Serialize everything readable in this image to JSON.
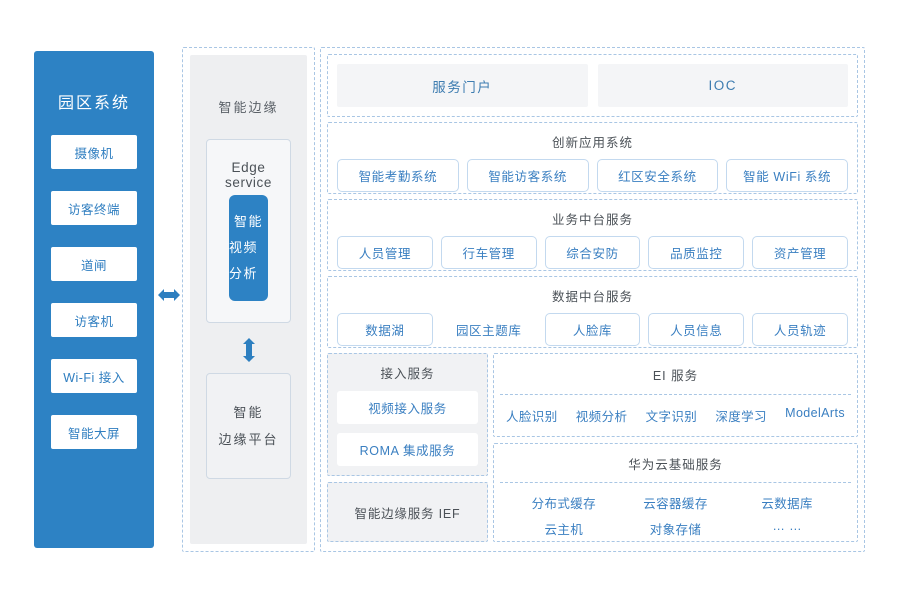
{
  "left_panel": {
    "title": "园区系统",
    "items": [
      {
        "label": "摄像机"
      },
      {
        "label": "访客终端"
      },
      {
        "label": "道闸"
      },
      {
        "label": "访客机"
      },
      {
        "label": "Wi-Fi 接入"
      },
      {
        "label": "智能大屏"
      }
    ],
    "color": "#2d82c4"
  },
  "connector": {
    "horizontal_icon": "double-arrow-horizontal-icon",
    "vertical_icon": "double-arrow-vertical-icon",
    "color": "#2d7fc0"
  },
  "middle_panel": {
    "title": "智能边缘",
    "edge_service": {
      "label": "Edge service",
      "highlight": {
        "line1": "智能",
        "line2": "视频分析",
        "color": "#2d82c4"
      }
    },
    "edge_platform": {
      "line1": "智能",
      "line2": "边缘平台"
    }
  },
  "right_panel": {
    "portal": {
      "items": [
        {
          "label": "服务门户"
        },
        {
          "label": "IOC"
        }
      ]
    },
    "innovation": {
      "title": "创新应用系统",
      "items": [
        {
          "label": "智能考勤系统"
        },
        {
          "label": "智能访客系统"
        },
        {
          "label": "红区安全系统"
        },
        {
          "label": "智能 WiFi 系统"
        }
      ]
    },
    "business": {
      "title": "业务中台服务",
      "items": [
        {
          "label": "人员管理"
        },
        {
          "label": "行车管理"
        },
        {
          "label": "综合安防"
        },
        {
          "label": "品质监控"
        },
        {
          "label": "资产管理"
        }
      ]
    },
    "data_platform": {
      "title": "数据中台服务",
      "items": [
        {
          "label": "数据湖",
          "bordered": true
        },
        {
          "label": "园区主题库",
          "bordered": false
        },
        {
          "label": "人脸库",
          "bordered": true
        },
        {
          "label": "人员信息",
          "bordered": true
        },
        {
          "label": "人员轨迹",
          "bordered": true
        }
      ]
    },
    "access": {
      "title": "接入服务",
      "items": [
        {
          "label": "视频接入服务"
        },
        {
          "label": "ROMA 集成服务"
        }
      ]
    },
    "ief": {
      "label": "智能边缘服务 IEF"
    },
    "ei": {
      "title": "EI 服务",
      "items": [
        {
          "label": "人脸识别"
        },
        {
          "label": "视频分析"
        },
        {
          "label": "文字识别"
        },
        {
          "label": "深度学习"
        },
        {
          "label": "ModelArts"
        }
      ]
    },
    "cloud": {
      "title": "华为云基础服务",
      "items": [
        {
          "label": "分布式缓存"
        },
        {
          "label": "云容器缓存"
        },
        {
          "label": "云数据库"
        },
        {
          "label": "云主机"
        },
        {
          "label": "对象存储"
        },
        {
          "label": "… …"
        }
      ]
    }
  }
}
